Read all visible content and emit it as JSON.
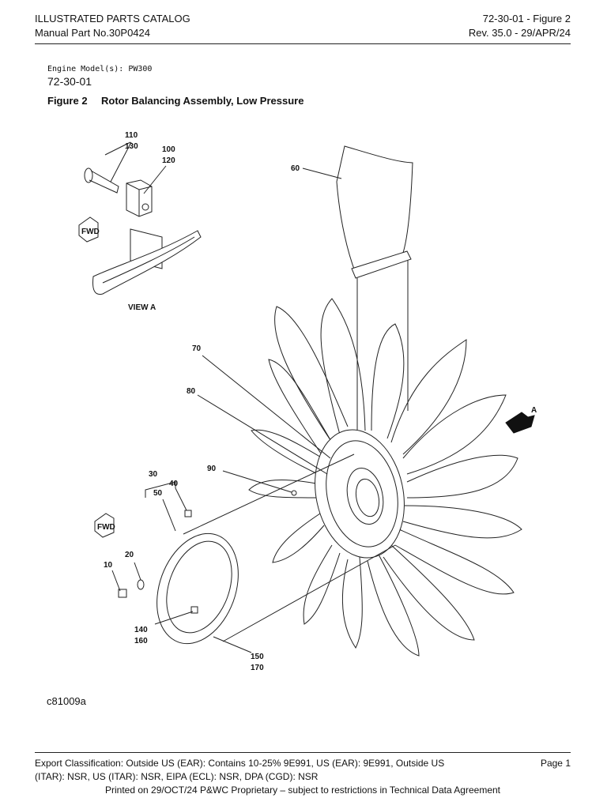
{
  "header": {
    "left_line1": "ILLUSTRATED PARTS CATALOG",
    "left_line2": "Manual Part No.30P0424",
    "right_line1": "72-30-01 - Figure 2",
    "right_line2": "Rev. 35.0 - 29/APR/24"
  },
  "engine_model": "Engine Model(s): PW300",
  "section_code": "72-30-01",
  "figure": {
    "number": "Figure 2",
    "title": "Rotor Balancing Assembly, Low Pressure"
  },
  "callouts": {
    "c110_130": [
      "110",
      "130"
    ],
    "c100_120": [
      "100",
      "120"
    ],
    "c60": "60",
    "view": "VIEW A",
    "fwd": "FWD",
    "c70": "70",
    "c80": "80",
    "arrow_a": "A",
    "c90": "90",
    "c30": "30",
    "c40": "40",
    "c50": "50",
    "c20": "20",
    "c10": "10",
    "c140_160": [
      "140",
      "160"
    ],
    "c150_170": [
      "150",
      "170"
    ]
  },
  "illustration_id": "c81009a",
  "footer": {
    "export_line1": "Export Classification: Outside US (EAR): Contains 10-25% 9E991, US (EAR): 9E991, Outside US",
    "export_line2": "(ITAR): NSR, US (ITAR): NSR, EIPA (ECL): NSR, DPA (CGD): NSR",
    "page": "Page 1",
    "printed": "Printed on 29/OCT/24 P&WC Proprietary – subject to restrictions in Technical Data Agreement"
  }
}
